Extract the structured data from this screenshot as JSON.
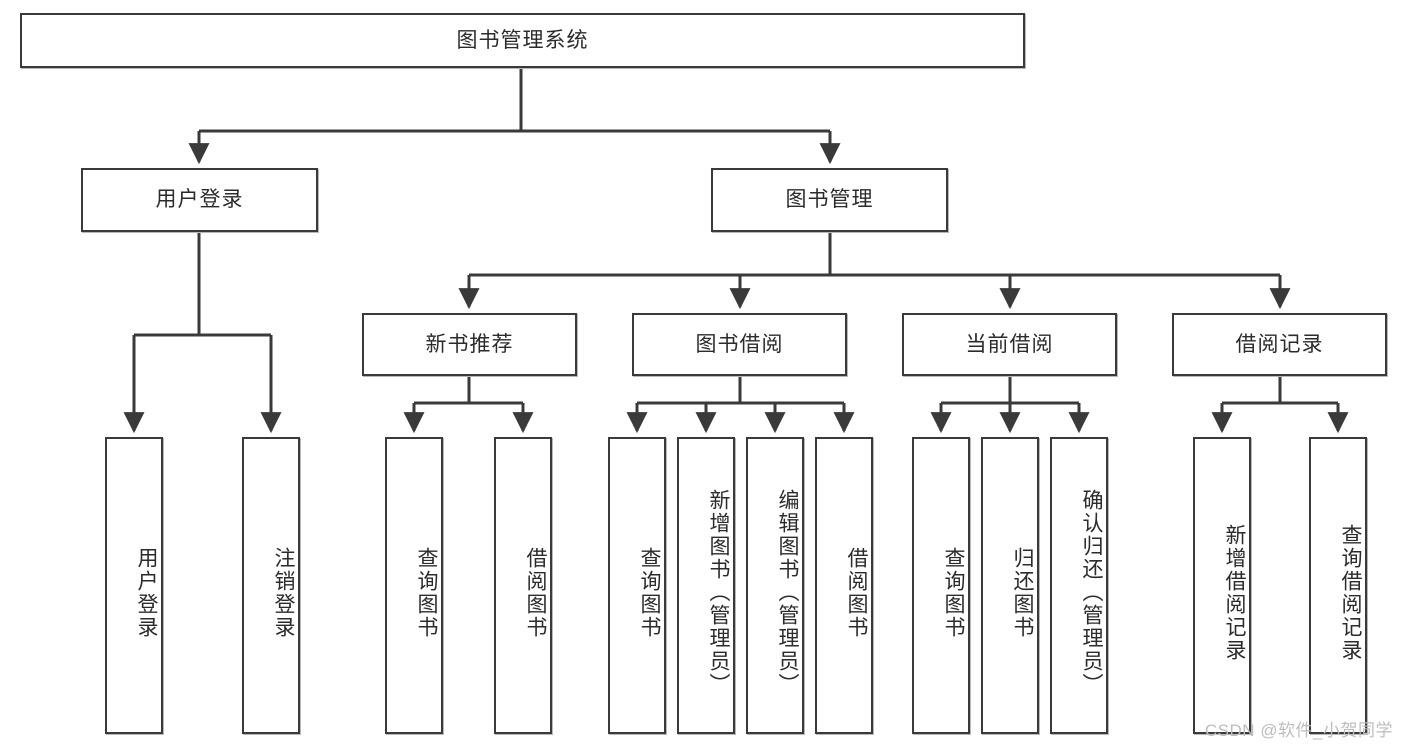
{
  "diagram": {
    "type": "tree-hierarchy",
    "title": "图书管理系统",
    "watermark": "CSDN @软件_小贺同学",
    "colors": {
      "node_border": "#3a3a3a",
      "node_fill": "#ffffff",
      "connector": "#3a3a3a",
      "text": "#2b2b2b",
      "watermark": "#bdbdbd",
      "background": "#ffffff"
    },
    "root": {
      "id": "root",
      "label": "图书管理系统",
      "orientation": "horizontal"
    },
    "level1": [
      {
        "id": "user-login",
        "label": "用户登录",
        "orientation": "horizontal"
      },
      {
        "id": "book-management",
        "label": "图书管理",
        "orientation": "horizontal"
      }
    ],
    "level2": [
      {
        "id": "new-book-recommend",
        "label": "新书推荐",
        "parent": "book-management",
        "orientation": "horizontal"
      },
      {
        "id": "book-borrow",
        "label": "图书借阅",
        "parent": "book-management",
        "orientation": "horizontal"
      },
      {
        "id": "current-borrow",
        "label": "当前借阅",
        "parent": "book-management",
        "orientation": "horizontal"
      },
      {
        "id": "borrow-record",
        "label": "借阅记录",
        "parent": "book-management",
        "orientation": "horizontal"
      }
    ],
    "leaves": [
      {
        "id": "leaf-user-login",
        "label": "用户登录",
        "parent": "user-login",
        "orientation": "vertical"
      },
      {
        "id": "leaf-logout-login",
        "label": "注销登录",
        "parent": "user-login",
        "orientation": "vertical"
      },
      {
        "id": "leaf-query-book-1",
        "label": "查询图书",
        "parent": "new-book-recommend",
        "orientation": "vertical"
      },
      {
        "id": "leaf-borrow-book-1",
        "label": "借阅图书",
        "parent": "new-book-recommend",
        "orientation": "vertical"
      },
      {
        "id": "leaf-query-book-2",
        "label": "查询图书",
        "parent": "book-borrow",
        "orientation": "vertical"
      },
      {
        "id": "leaf-add-book",
        "label": "新增图书（管理员）",
        "parent": "book-borrow",
        "orientation": "vertical"
      },
      {
        "id": "leaf-edit-book",
        "label": "编辑图书（管理员）",
        "parent": "book-borrow",
        "orientation": "vertical"
      },
      {
        "id": "leaf-borrow-book-2",
        "label": "借阅图书",
        "parent": "book-borrow",
        "orientation": "vertical"
      },
      {
        "id": "leaf-query-book-3",
        "label": "查询图书",
        "parent": "current-borrow",
        "orientation": "vertical"
      },
      {
        "id": "leaf-return-book",
        "label": "归还图书",
        "parent": "current-borrow",
        "orientation": "vertical"
      },
      {
        "id": "leaf-confirm-return",
        "label": "确认归还（管理员）",
        "parent": "current-borrow",
        "orientation": "vertical"
      },
      {
        "id": "leaf-add-record",
        "label": "新增借阅记录",
        "parent": "borrow-record",
        "orientation": "vertical"
      },
      {
        "id": "leaf-query-record",
        "label": "查询借阅记录",
        "parent": "borrow-record",
        "orientation": "vertical"
      }
    ]
  }
}
